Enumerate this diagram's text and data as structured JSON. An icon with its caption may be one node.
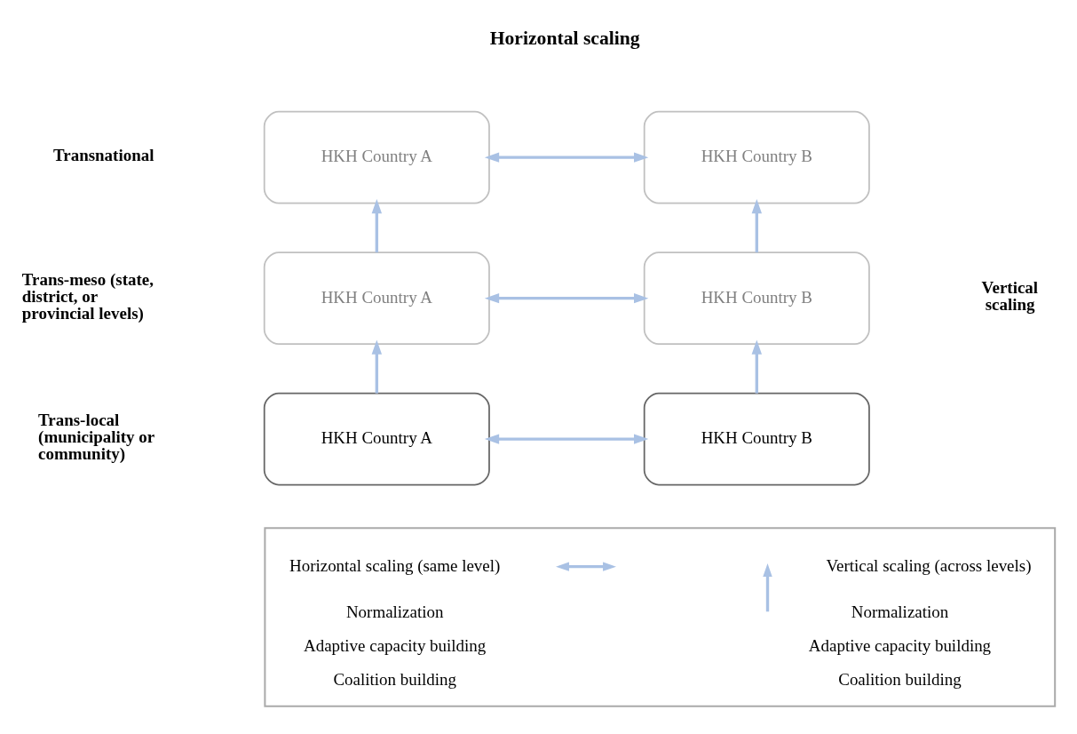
{
  "diagram": {
    "nodes": [
      {
        "text": [
          "HKH Country A"
        ]
      },
      {
        "text": [
          "HKH Country B"
        ]
      },
      {
        "text": [
          "HKH Country A"
        ]
      },
      {
        "text": [
          "HKH Country B"
        ]
      },
      {
        "text": [
          "HKH Country A"
        ]
      },
      {
        "text": [
          "HKH Country B"
        ]
      },
      {
        "text": [],
        "shape": "box"
      }
    ],
    "edges": [
      {
        "from": 0,
        "to": 1,
        "arrow": "both"
      },
      {
        "from": 2,
        "to": 0,
        "arrow": "to"
      },
      {
        "from": 3,
        "to": 1,
        "arrow": "to"
      },
      {
        "from": 2,
        "to": 3,
        "arrow": "both"
      },
      {
        "from": 4,
        "to": 2,
        "arrow": "to"
      },
      {
        "from": 5,
        "to": 3,
        "arrow": "to"
      },
      {
        "from": 4,
        "to": 5,
        "arrow": "both"
      }
    ],
    "labels": [
      "Horizontal scaling",
      "Transnational",
      "Vertical scaling",
      "Trans-meso (state, district, or provincial levels)",
      "Trans-local (municipality or community)",
      "Normalization",
      "Adaptive capacity building",
      "Coalition building",
      "Normalization",
      "Adaptive capacity building",
      "Coalition building"
    ],
    "legend": [
      {
        "text": "Horizontal scaling (same level)"
      },
      {
        "text": "Vertical scaling (across levels)"
      }
    ]
  }
}
